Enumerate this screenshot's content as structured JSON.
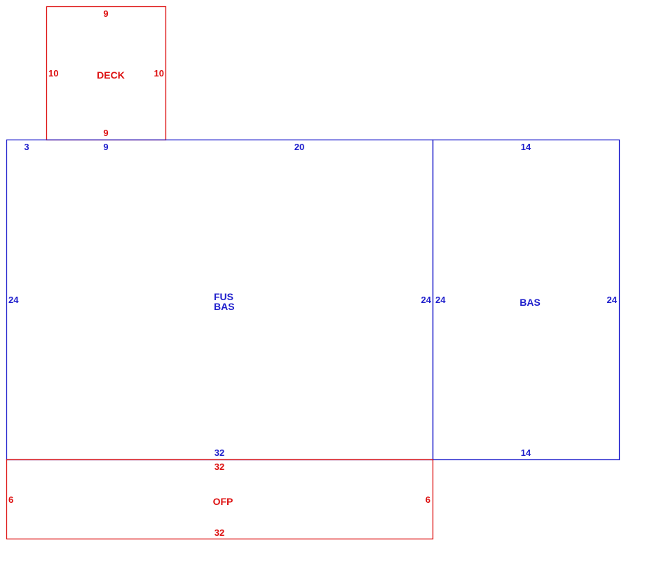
{
  "colors": {
    "blue": "#1f1fcc",
    "red": "#dd1111"
  },
  "deck": {
    "name": "DECK",
    "top": "9",
    "bottom": "9",
    "left": "10",
    "right": "10"
  },
  "main": {
    "name_line1": "FUS",
    "name_line2": "BAS",
    "top_a": "3",
    "top_b": "9",
    "top_c": "20",
    "bottom": "32",
    "left": "24",
    "right": "24"
  },
  "side": {
    "name": "BAS",
    "top": "14",
    "bottom": "14",
    "left": "24",
    "right": "24"
  },
  "porch": {
    "name": "OFP",
    "top": "32",
    "bottom": "32",
    "left": "6",
    "right": "6"
  }
}
